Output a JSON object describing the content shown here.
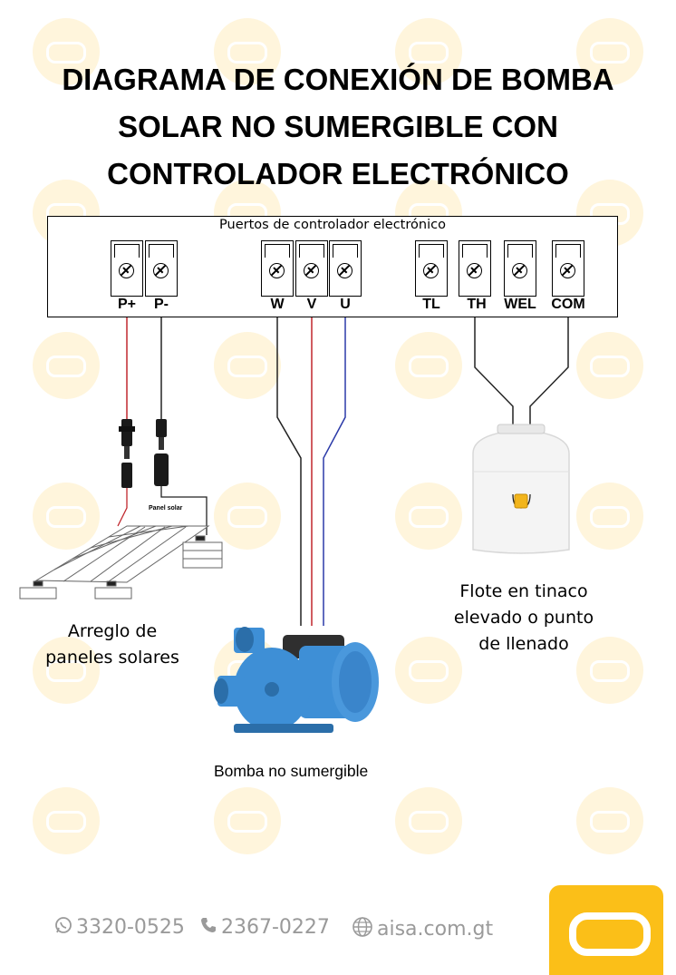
{
  "title": {
    "line1": "DIAGRAMA DE CONEXIÓN DE BOMBA",
    "line2": "SOLAR NO SUMERGIBLE CON",
    "line3": "CONTROLADOR ELECTRÓNICO"
  },
  "controller": {
    "title": "Puertos de controlador electrónico",
    "terminals": [
      "P+",
      "P-",
      "W",
      "V",
      "U",
      "TL",
      "TH",
      "WEL",
      "COM"
    ]
  },
  "solar": {
    "panel_label": "Panel solar",
    "caption_line1": "Arreglo de",
    "caption_line2": "paneles solares"
  },
  "tank": {
    "caption_line1": "Flote en tinaco",
    "caption_line2": "elevado o punto",
    "caption_line3": "de llenado"
  },
  "pump": {
    "caption": "Bomba no sumergible"
  },
  "footer": {
    "whatsapp": "3320-0525",
    "phone": "2367-0227",
    "website": "aisa.com.gt"
  },
  "colors": {
    "accent": "#fbbf18",
    "watermark": "#fff5dc",
    "wire_red": "#c0272d",
    "wire_blue": "#2b3aa8",
    "wire_black": "#222222",
    "pump_blue": "#3e8fd6"
  }
}
